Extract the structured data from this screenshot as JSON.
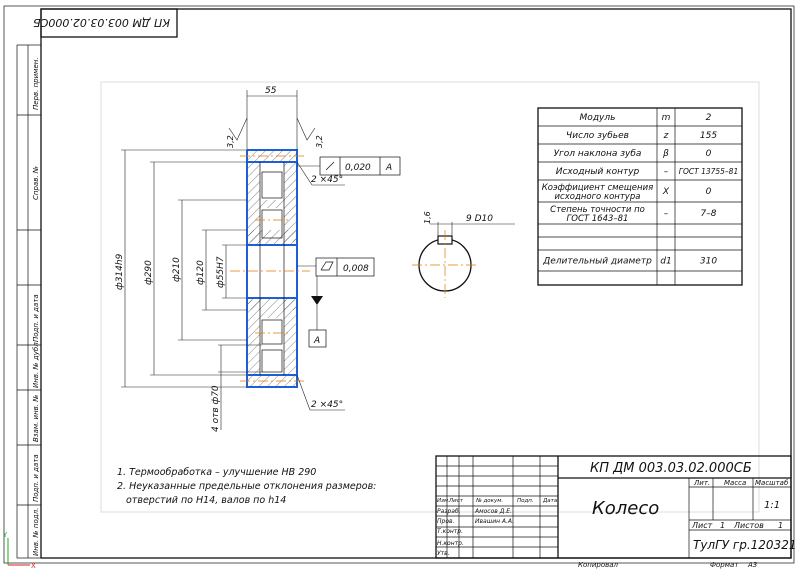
{
  "top_code": "КП ДМ 003.03.02.000СБ",
  "side_labels": [
    "Перв. примен.",
    "Справ. №",
    "Подп. и дата",
    "Инв. № дубл.",
    "Взам. инв. №",
    "Подп. и дата",
    "Инв. № подл."
  ],
  "dims": {
    "width": "55",
    "rough_left": "3,2",
    "rough_right": "3,2",
    "chamfer_top": "2 ×45°",
    "chamfer_bottom": "2 ×45°",
    "d_outer": "ф314h9",
    "d_290": "ф290",
    "d_210": "ф210",
    "d_120": "ф120",
    "d_bore": "ф55H7",
    "holes": "4 отв ф70",
    "keyway_depth": "1,6",
    "keyway_width": "9 D10"
  },
  "tolerances": {
    "runout_value": "0,020",
    "runout_datum": "A",
    "cyl_value": "0,008",
    "datum_label": "A"
  },
  "params_table": [
    {
      "name": "Модуль",
      "sym": "m",
      "val": "2"
    },
    {
      "name": "Число зубьев",
      "sym": "z",
      "val": "155"
    },
    {
      "name": "Угол наклона зуба",
      "sym": "β",
      "val": "0"
    },
    {
      "name": "Исходный контур",
      "sym": "–",
      "val": "ГОСТ 13755–81"
    },
    {
      "name": "Коэффициент смещения исходного контура",
      "sym": "X",
      "val": "0"
    },
    {
      "name": "Степень точности по ГОСТ 1643–81",
      "sym": "–",
      "val": "7–8"
    },
    {
      "name": "",
      "sym": "",
      "val": ""
    },
    {
      "name": "",
      "sym": "",
      "val": ""
    },
    {
      "name": "Делительный диаметр",
      "sym": "d1",
      "val": "310"
    },
    {
      "name": "",
      "sym": "",
      "val": ""
    }
  ],
  "notes": [
    "1. Термообработка – улучшение НВ 290",
    "2. Неуказанные предельные отклонения размеров:",
    "отверстий по H14, валов по h14"
  ],
  "title_block": {
    "designation": "КП ДМ 003.03.02.000СБ",
    "part_name": "Колесо",
    "lit_label": "Лит.",
    "mass_label": "Масса",
    "scale_label": "Масштаб",
    "scale_value": "1:1",
    "sheet_label": "Лист",
    "sheet_value": "1",
    "sheets_label": "Листов",
    "sheets_value": "1",
    "org": "ТулГУ гр.120321",
    "rows": [
      {
        "role": "Изм.",
        "c2": "Лист",
        "c3": "№ докум.",
        "c4": "Подп.",
        "c5": "Дата"
      },
      {
        "role": "Разраб.",
        "c3": "Амосов Д.Е."
      },
      {
        "role": "Пров.",
        "c3": "Ивашин А.А."
      },
      {
        "role": "Т.контр.",
        "c3": ""
      },
      {
        "role": "",
        "c3": ""
      },
      {
        "role": "Н.контр.",
        "c3": ""
      },
      {
        "role": "Утв.",
        "c3": ""
      }
    ],
    "copy_label": "Копировал",
    "format_label": "Формат",
    "format_value": "А3"
  },
  "corner_axes": {
    "x": "X",
    "y": "Y"
  }
}
